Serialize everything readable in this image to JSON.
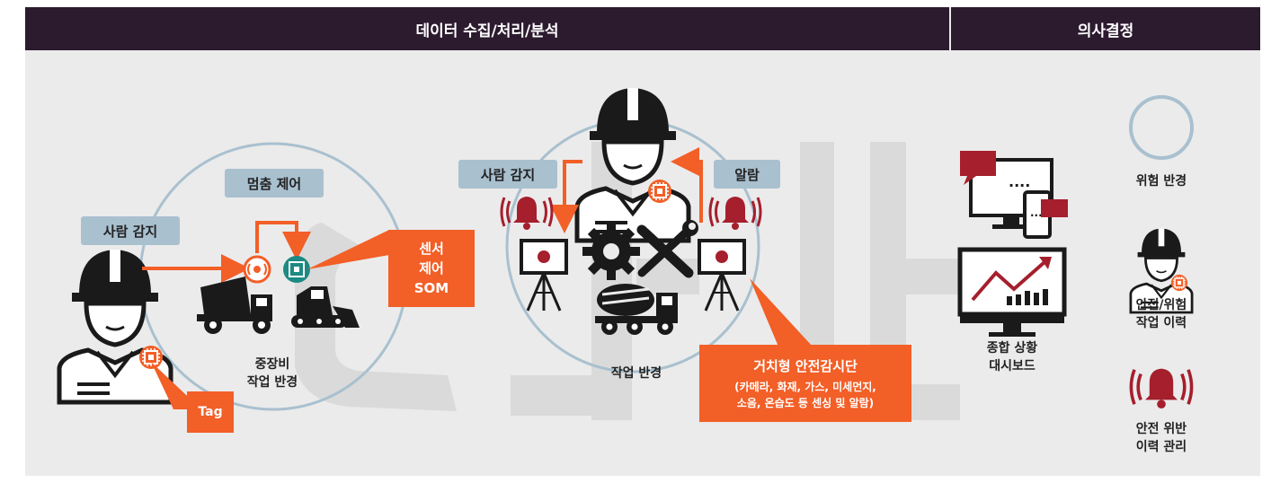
{
  "header": {
    "left_title": "데이터 수집/처리/분석",
    "right_title": "의사결정"
  },
  "left_scene": {
    "person_detect_label": "사람 감지",
    "stop_control_label": "멈춤 제어",
    "sensor_callout": "센서\n제어\nSOM",
    "tag_callout": "Tag",
    "circle_label": "중장비\n작업 반경"
  },
  "center_scene": {
    "person_detect_label": "사람 감지",
    "alarm_label": "알람",
    "circle_label": "작업 반경",
    "monitor_title": "거치형 안전감시단",
    "monitor_desc": "(카메라, 화재, 가스, 미세먼지,\n소음, 온습도 등 센싱 및 알람)"
  },
  "dashboard": {
    "label": "종합 상황\n대시보드"
  },
  "legend": {
    "items": [
      {
        "label": "위험 반경",
        "icon": "circle-icon"
      },
      {
        "label": "안전/위험\n작업 이력",
        "icon": "worker-icon"
      },
      {
        "label": "안전 위반\n이력 관리",
        "icon": "alarm-bell-icon"
      }
    ]
  },
  "colors": {
    "header_bg": "#2c1a2f",
    "orange": "#f25f27",
    "blue_tag": "#a9c0cf",
    "dark_red": "#a51f2d",
    "teal": "#1d8a83",
    "circle": "#a9c0cf"
  }
}
